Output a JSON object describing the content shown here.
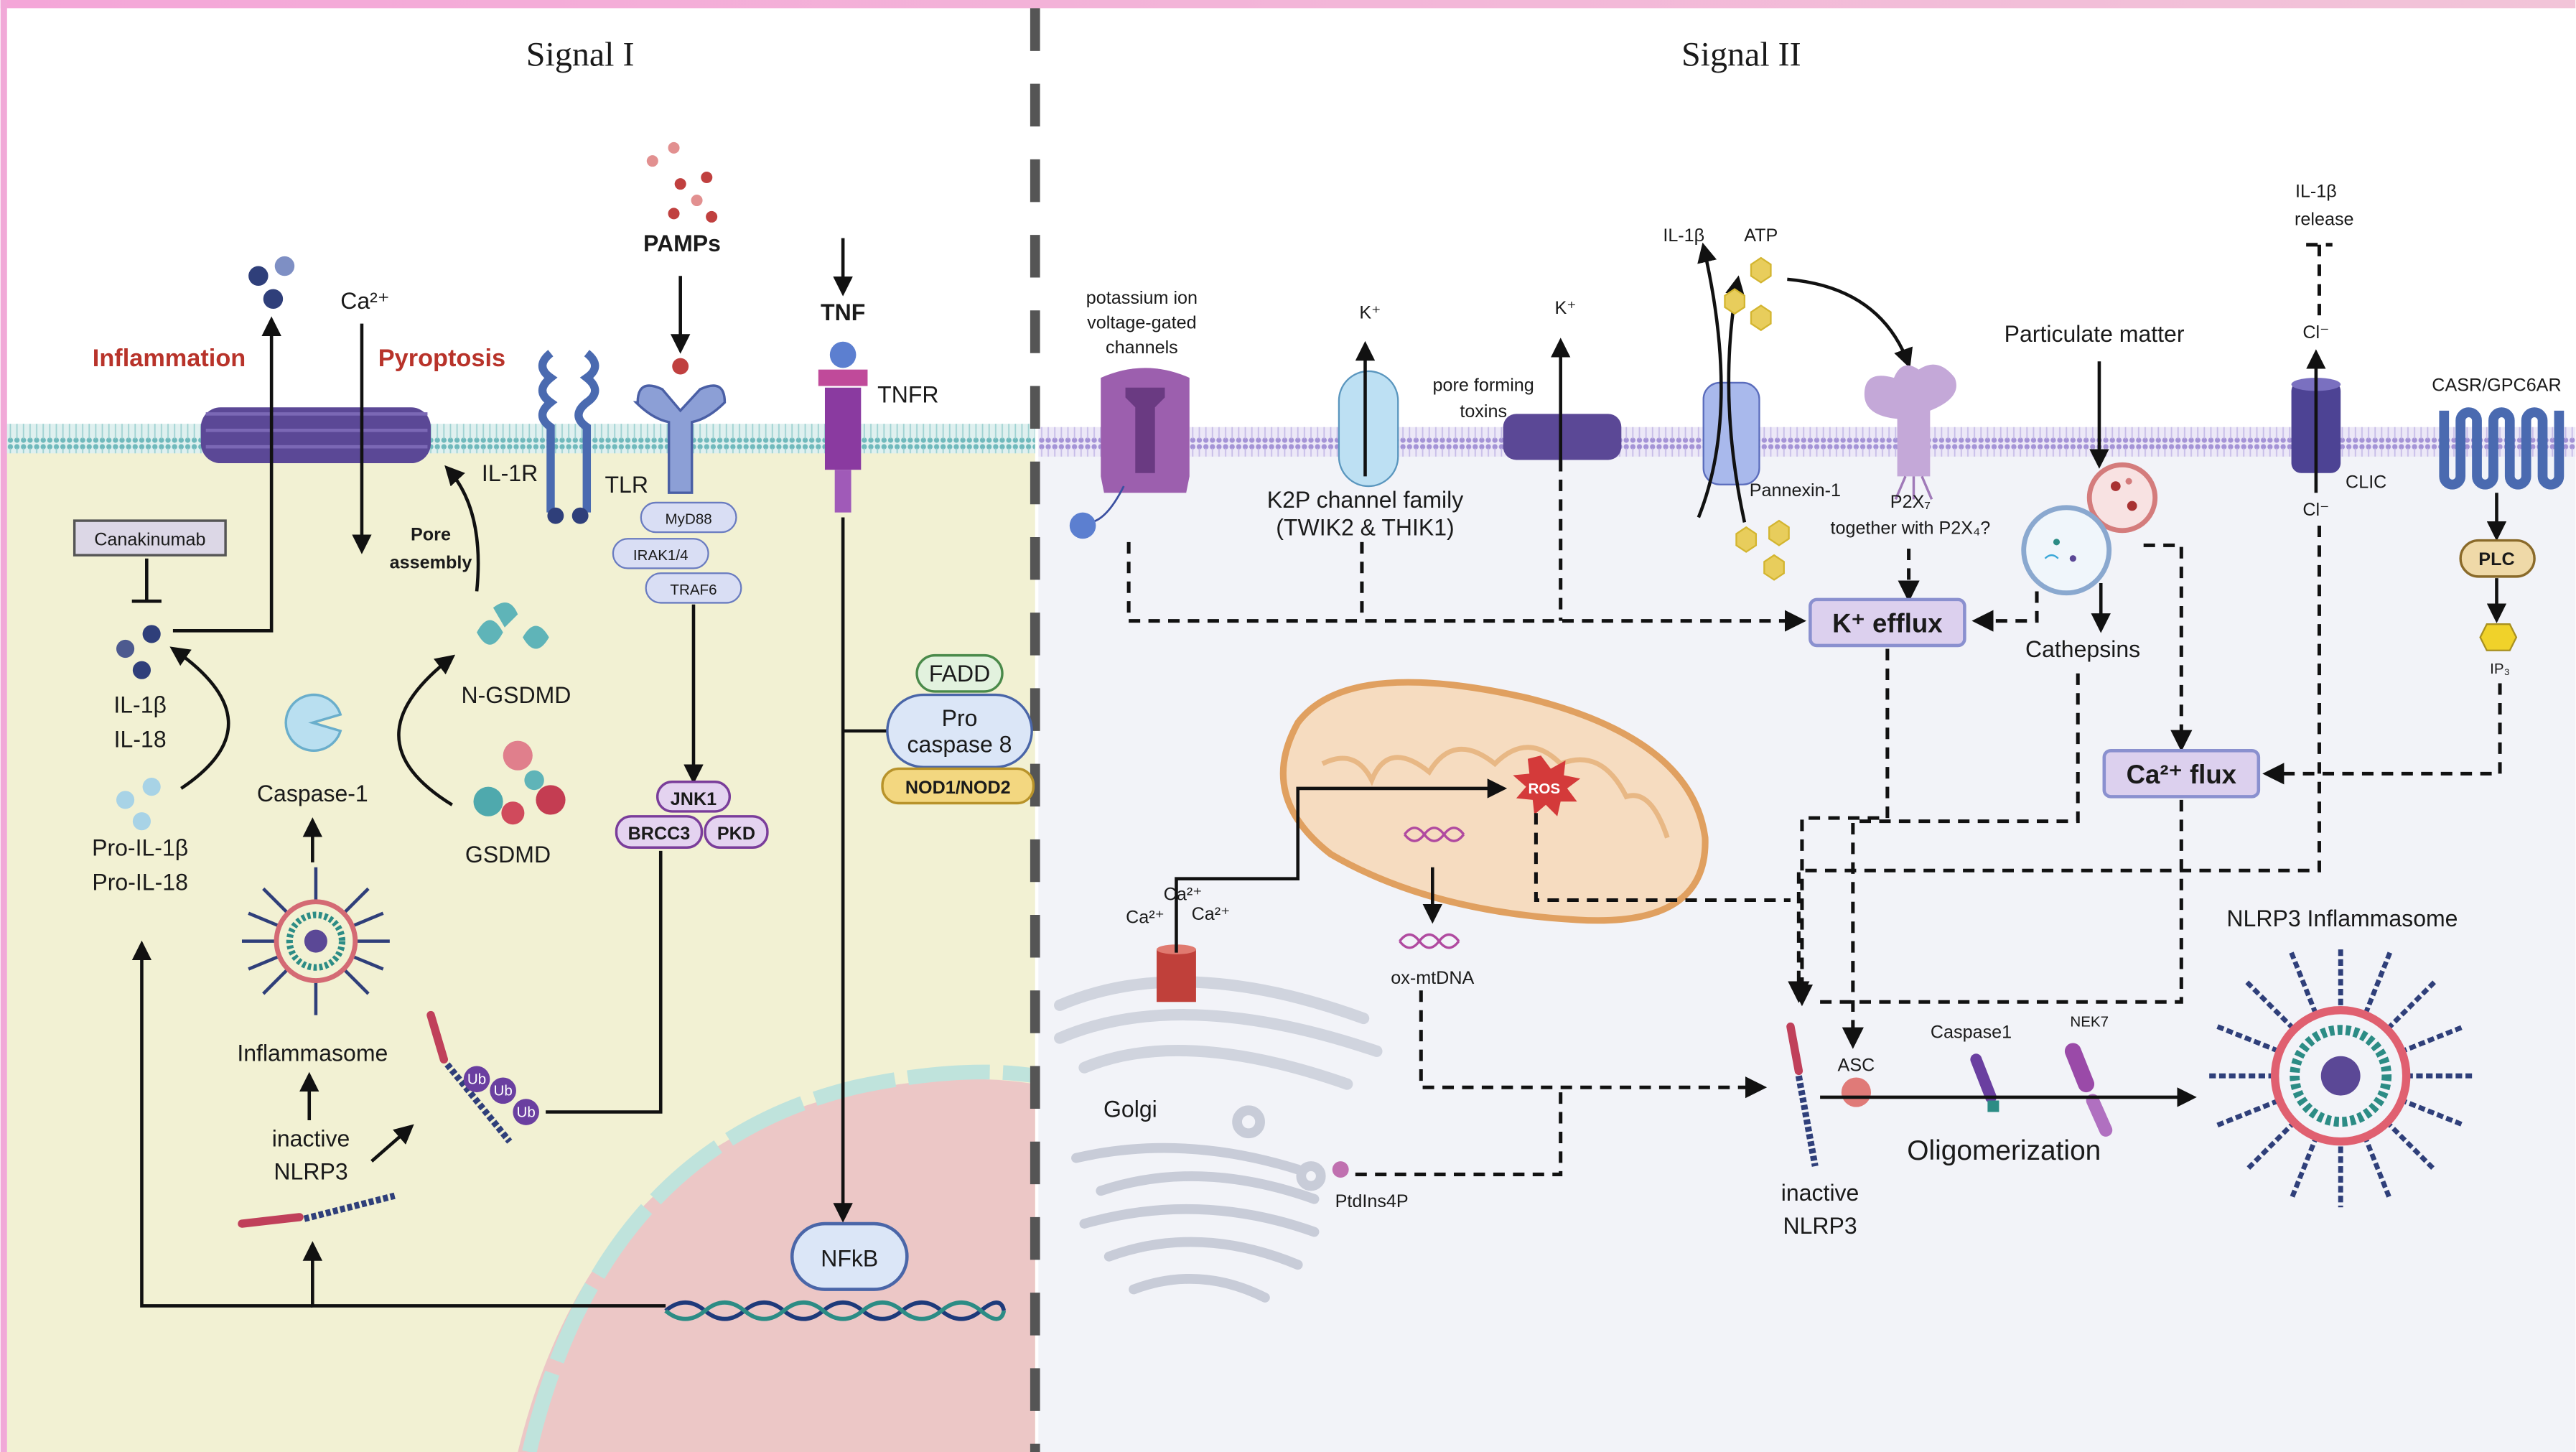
{
  "signal1": {
    "title": "Signal I",
    "inflammation": "Inflammation",
    "pyroptosis": "Pyroptosis",
    "ca2": "Ca²⁺",
    "pamps": "PAMPs",
    "tnf": "TNF",
    "tnfr": "TNFR",
    "il1r": "IL-1R",
    "tlr": "TLR",
    "myd88": "MyD88",
    "irak": "IRAK1/4",
    "traf6": "TRAF6",
    "canakinumab": "Canakinumab",
    "pore_assembly_1": "Pore",
    "pore_assembly_2": "assembly",
    "il1b": "IL-1β",
    "il18": "IL-18",
    "caspase1": "Caspase-1",
    "n_gsdmd": "N-GSDMD",
    "gsdmd": "GSDMD",
    "pro_il1b": "Pro-IL-1β",
    "pro_il18": "Pro-IL-18",
    "inflammasome": "Inflammasome",
    "inactive_1": "inactive",
    "inactive_2": "NLRP3",
    "jnk1": "JNK1",
    "brcc3": "BRCC3",
    "pkd": "PKD",
    "ub": "Ub",
    "fadd": "FADD",
    "pro_casp8_1": "Pro",
    "pro_casp8_2": "caspase 8",
    "nod": "NOD1/NOD2",
    "nfkb": "NFkB"
  },
  "signal2": {
    "title": "Signal II",
    "kv_1": "potassium ion",
    "kv_2": "voltage-gated",
    "kv_3": "channels",
    "k_plus": "K⁺",
    "k2p_1": "K2P channel family",
    "k2p_2": "(TWIK2 & THIK1)",
    "pft_1": "pore forming",
    "pft_2": "toxins",
    "il1b": "IL-1β",
    "atp": "ATP",
    "pannexin": "Pannexin-1",
    "p2x7": "P2X₇",
    "p2x4": "together with P2X₄?",
    "particulate": "Particulate matter",
    "il1b_release_1": "IL-1β",
    "il1b_release_2": "release",
    "cl": "Cl⁻",
    "clic": "CLIC",
    "casr": "CASR/GPC6AR",
    "plc": "PLC",
    "ip3": "IP₃",
    "k_efflux": "K⁺ efflux",
    "cathepsins": "Cathepsins",
    "ca_flux": "Ca²⁺ flux",
    "ros": "ROS",
    "ca2": "Ca²⁺",
    "ox_mtdna": "ox-mtDNA",
    "golgi": "Golgi",
    "ptdins4p": "PtdIns4P",
    "nlrp3_inflammasome": "NLRP3 Inflammasome",
    "caspase1": "Caspase1",
    "nek7": "NEK7",
    "asc": "ASC",
    "oligomerization": "Oligomerization",
    "inactive_1": "inactive",
    "inactive_2": "NLRP3"
  },
  "colors": {
    "signal1_cytoplasm": "#f2f1d3",
    "signal2_cytoplasm": "#f2f3f8",
    "nucleus": "#ecc7c6",
    "membrane_left": "#7fc3c6",
    "membrane_right": "#a89ad6",
    "label_red": "#b8332a",
    "box_purple": "#dcd0ee"
  }
}
